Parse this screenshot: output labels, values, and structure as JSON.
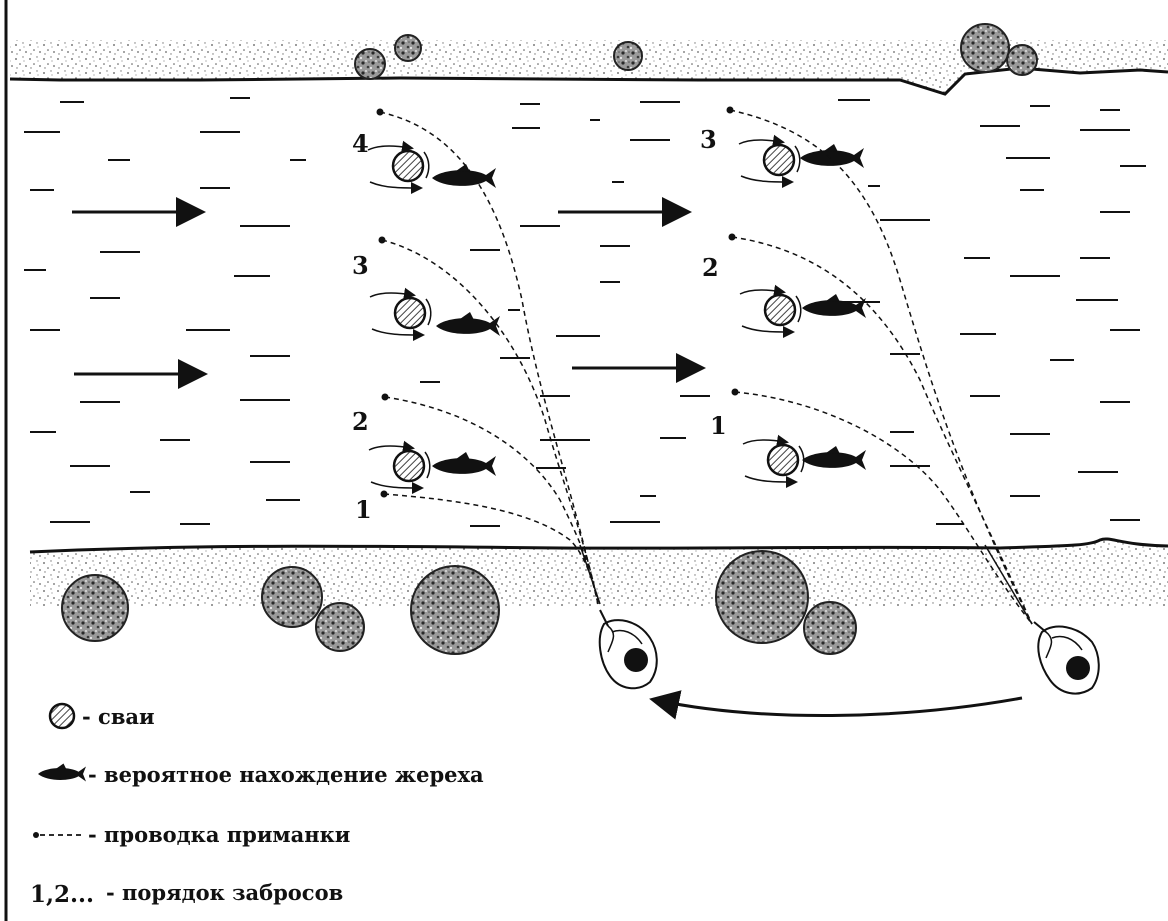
{
  "diagram": {
    "group_left": {
      "cast_numbers": [
        "1",
        "2",
        "3",
        "4"
      ]
    },
    "group_right": {
      "cast_numbers": [
        "1",
        "2",
        "3"
      ]
    }
  },
  "legend": {
    "piles": "- сваи",
    "fish": "- вероятное нахождение жереха",
    "retrieve": "- проводка приманки",
    "order_prefix": "1,2...",
    "order": "- порядок забросов"
  }
}
